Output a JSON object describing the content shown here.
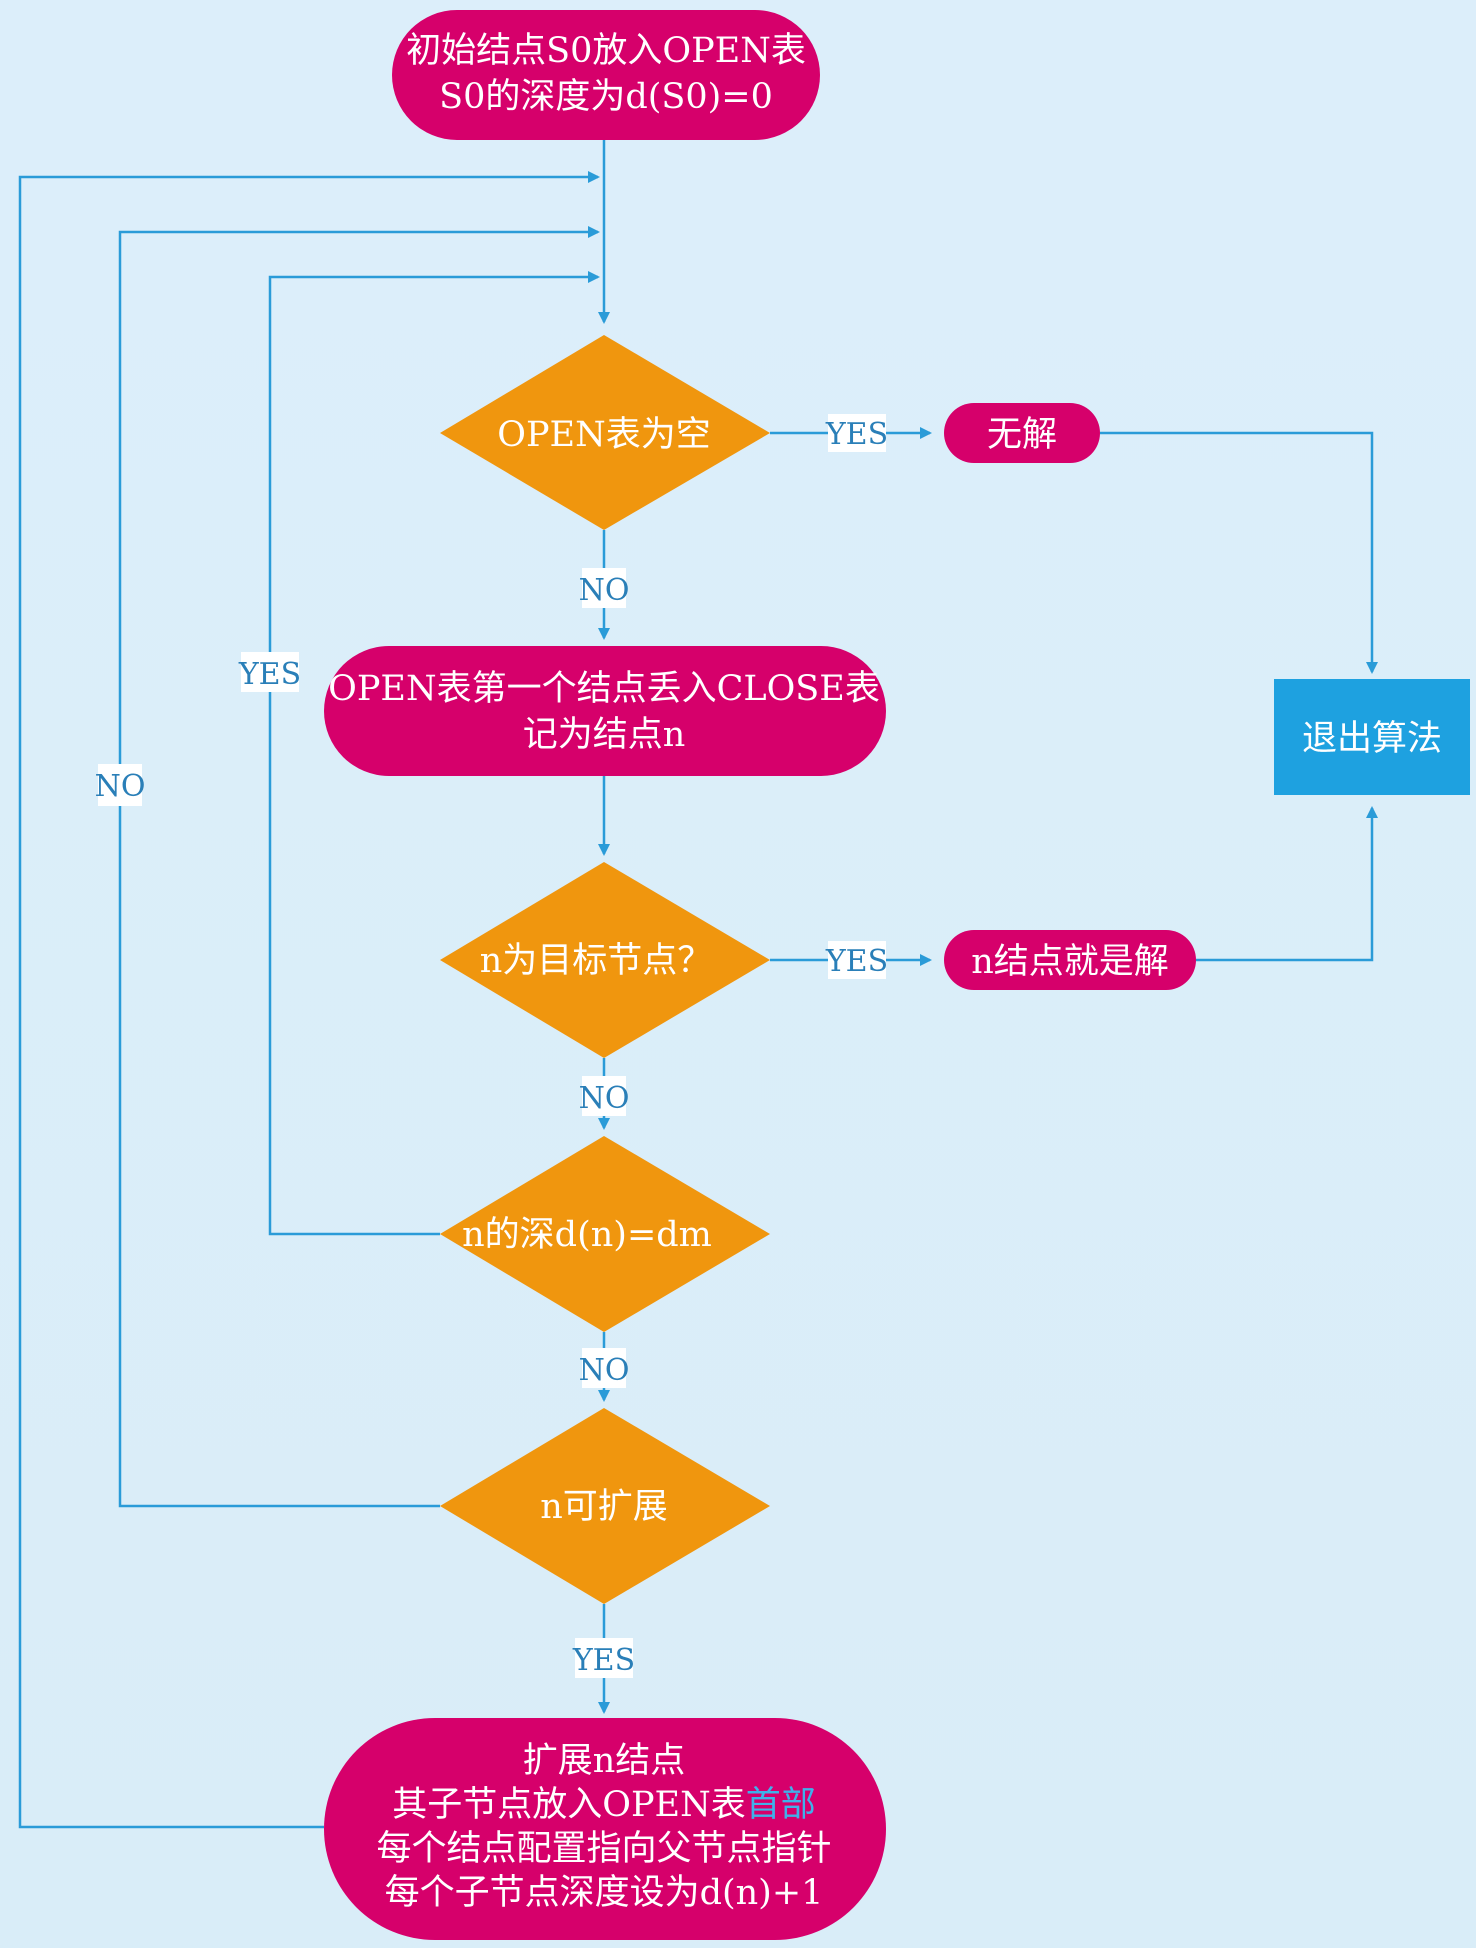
{
  "colors": {
    "terminal": "#d6006b",
    "decision": "#f0960e",
    "process": "#1ea1e0",
    "edge": "#2a9bd8",
    "highlight": "#3fb1ea"
  },
  "nodes": {
    "start": [
      "初始结点S0放入OPEN表",
      "S0的深度为d(S0)=0"
    ],
    "open_empty": "OPEN表为空",
    "no_solution": "无解",
    "exit": "退出算法",
    "move_close": [
      "OPEN表第一个结点丢入CLOSE表",
      "记为结点n"
    ],
    "is_goal": "n为目标节点？",
    "n_solution": "n结点就是解",
    "depth_check": "n的深d(n)=dm",
    "expandable": "n可扩展",
    "expand": {
      "line1": "扩展n结点",
      "line2_prefix": "其子节点放入OPEN表",
      "line2_highlight": "首部",
      "line3": "每个结点配置指向父节点指针",
      "line4": "每个子节点深度设为d(n)+1"
    }
  },
  "edge_labels": {
    "yes": "YES",
    "no": "NO"
  }
}
